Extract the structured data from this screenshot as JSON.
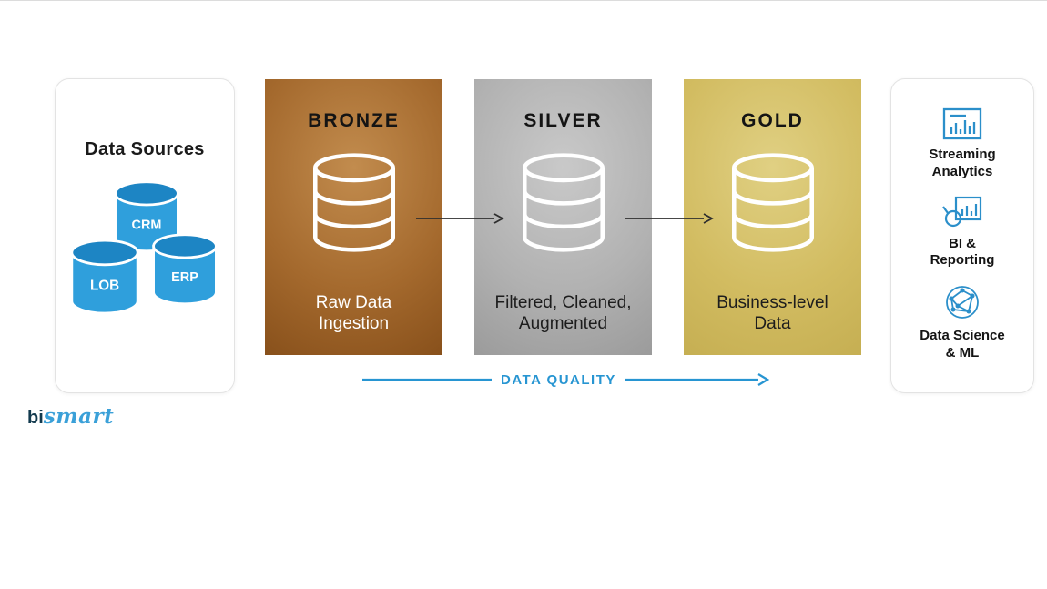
{
  "colors": {
    "accent_blue": "#2795d2",
    "source_db_body": "#2f9fdc",
    "source_db_top": "#1d85c4",
    "arrow_dark": "#2e2e2e",
    "bronze": "#a4692d",
    "silver": "#b1b1b1",
    "gold": "#d2bc61"
  },
  "data_sources": {
    "title": "Data Sources",
    "cylinders": [
      {
        "label": "CRM"
      },
      {
        "label": "LOB"
      },
      {
        "label": "ERP"
      }
    ]
  },
  "stages": [
    {
      "name": "BRONZE",
      "caption": "Raw Data\nIngestion"
    },
    {
      "name": "SILVER",
      "caption": "Filtered, Cleaned,\nAugmented"
    },
    {
      "name": "GOLD",
      "caption": "Business-level\nData"
    }
  ],
  "flow": {
    "data_quality_label": "DATA QUALITY"
  },
  "outputs": [
    {
      "label": "Streaming\nAnalytics",
      "icon": "streaming-analytics-chart-icon"
    },
    {
      "label": "BI &\nReporting",
      "icon": "bi-reporting-magnifier-icon"
    },
    {
      "label": "Data Science\n& ML",
      "icon": "data-science-network-icon"
    }
  ],
  "logo": {
    "prefix": "bi",
    "suffix": "smart"
  }
}
